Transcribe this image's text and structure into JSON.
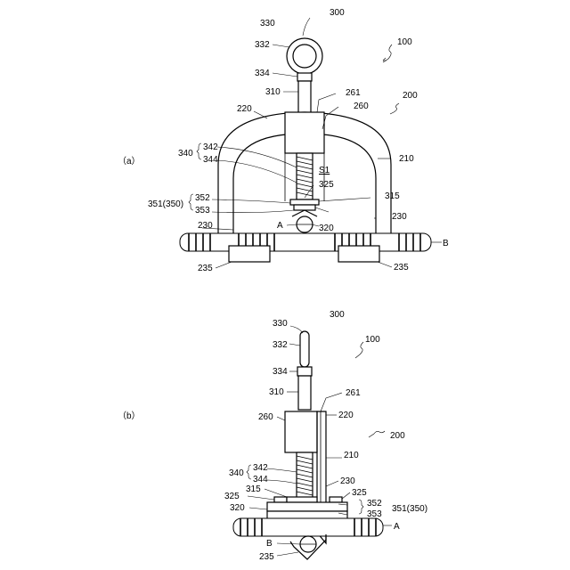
{
  "figure_a": {
    "caption": "（a）",
    "labels": {
      "l300": "300",
      "l330": "330",
      "l332": "332",
      "l334": "334",
      "l310": "310",
      "l100": "100",
      "l200": "200",
      "l261": "261",
      "l260": "260",
      "l220": "220",
      "l342": "342",
      "l344": "344",
      "l340": "340",
      "l210": "210",
      "lS1": "S1",
      "l325": "325",
      "l315": "315",
      "l352": "352",
      "l353": "353",
      "l351": "351(350)",
      "l230a": "230",
      "l230b": "230",
      "lA": "A",
      "l320": "320",
      "lB": "B",
      "l235a": "235",
      "l235b": "235"
    }
  },
  "figure_b": {
    "caption": "（b）",
    "labels": {
      "l330": "330",
      "l300": "300",
      "l332": "332",
      "l100": "100",
      "l334": "334",
      "l310": "310",
      "l261": "261",
      "l260": "260",
      "l220": "220",
      "l200": "200",
      "l210": "210",
      "l342": "342",
      "l344": "344",
      "l340": "340",
      "l230": "230",
      "l315": "315",
      "l325a": "325",
      "l325b": "325",
      "l352": "352",
      "l353": "353",
      "l351": "351(350)",
      "l320": "320",
      "lA": "A",
      "lB": "B",
      "l235": "235"
    }
  }
}
